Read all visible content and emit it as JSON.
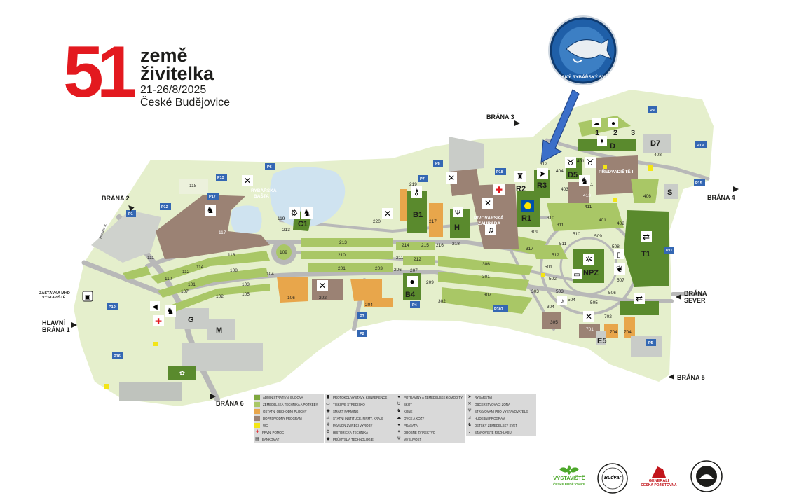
{
  "logo": {
    "number": "51",
    "line1": "země",
    "line2": "živitelka",
    "dates": "21-26/8/2025",
    "city": "České Budějovice"
  },
  "badge": {
    "text": "ČESKÝ RYBÁŘSKÝ SVAZ"
  },
  "gates": {
    "gate2": "BRÁNA 2",
    "gate3": "BRÁNA 3",
    "gate4": "BRÁNA 4",
    "gate5": "BRÁNA 5",
    "gate6": "BRÁNA 6",
    "gate_north_1": "BRÁNA",
    "gate_north_2": "SEVER",
    "main_gate_1": "HLAVNÍ",
    "main_gate_2": "BRÁNA 1",
    "bus_stop_1": "ZASTÁVKA MHD",
    "bus_stop_2": "VÝSTAVIŠTĚ",
    "street": "Husova tř."
  },
  "labels": {
    "rybarska_1": "RYBÁŘSKÁ",
    "rybarska_2": "BAŠTA",
    "pivovarska_1": "PIVOVARSKÁ",
    "pivovarska_2": "ZAHRADA",
    "predvadiste": "PŘEDVADIŠTĚ I"
  },
  "areas": {
    "p1": "P1",
    "p2": "P2",
    "p3": "P3",
    "p4": "P4",
    "p5": "P5",
    "p6": "P6",
    "p7": "P7",
    "p8": "P8",
    "p9": "P9",
    "p10": "P10",
    "p11": "P11",
    "p12": "P12",
    "p13": "P13",
    "p15": "P15",
    "p16": "P16",
    "p17": "P17",
    "p18": "P18",
    "p19": "P19",
    "p307": "P307",
    "a101": "101",
    "a102": "102",
    "a103": "103",
    "a104": "104",
    "a105": "105",
    "a106": "106",
    "a107": "107",
    "a108": "108",
    "a109": "109",
    "a110": "110",
    "a111": "111",
    "a112": "112",
    "a114": "114",
    "a116": "116",
    "a117": "117",
    "a118": "118",
    "a119": "119",
    "a201": "201",
    "a202": "202",
    "a203": "203",
    "a204": "204",
    "a206": "206",
    "a207": "207",
    "a209": "209",
    "a210": "210",
    "a211": "211",
    "a212": "212",
    "a213": "213",
    "a213b": "213",
    "a214": "214",
    "a215": "215",
    "a216": "216",
    "a217": "217",
    "a218": "218",
    "a219": "219",
    "a220": "220",
    "a301": "301",
    "a302": "302",
    "a303": "303",
    "a304": "304",
    "a305": "305",
    "a306": "306",
    "a307": "307",
    "a309": "309",
    "a310": "310",
    "a311": "311",
    "a312": "312",
    "a317": "317",
    "a401": "401",
    "a401b": "401",
    "a402": "402",
    "a403": "403",
    "a404": "404",
    "a406": "406",
    "a408": "408",
    "a411": "411",
    "a411b": "411",
    "a413": "413",
    "a501": "501",
    "a502": "502",
    "a503": "503",
    "a504": "504",
    "a505": "505",
    "a506": "506",
    "a507": "507",
    "a508": "508",
    "a509": "509",
    "a510": "510",
    "a511": "511",
    "a512": "512",
    "a701": "701",
    "a702": "702",
    "a704": "704",
    "a704b": "704",
    "b1": "B1",
    "b4": "B4",
    "c1": "C1",
    "h": "H",
    "r1": "R1",
    "r2": "R2",
    "r3": "R3",
    "d": "D",
    "d5": "D5",
    "d7": "D7",
    "t1": "T1",
    "npz": "NPZ",
    "g": "G",
    "m": "M",
    "e5": "E5",
    "s": "S",
    "n1": "1",
    "n2": "2",
    "n3": "3"
  },
  "legend": {
    "col1": [
      "ADMINISTRATIVNÍ BUDOVA",
      "ZEMĚDĚLSKÁ TECHNIKA A POTŘEBY",
      "OSTATNÍ OBCHODNÍ PLOCHY",
      "DOPROVODNÝ PROGRAM",
      "WC",
      "PRVNÍ POMOC",
      "BANKOMAT"
    ],
    "col2": [
      "PROTOKOL VÝSTAVY, KONFERENCE",
      "TISKOVÉ STŘEDISKO",
      "SMART FARMING",
      "STÁTNÍ INSTITUCE, FIRMY, KRAJE",
      "PAVILON ZVÍŘECÍ VÝROBY",
      "HISTORICKÁ TECHNIKA",
      "PRŮMYSL A TECHNOLOGIE"
    ],
    "col3": [
      "POTRAVINY A ZEMĚDĚLSKÉ KOMODITY",
      "SKOT",
      "KONĚ",
      "OVCE A KOZY",
      "PRASATA",
      "DROBNÉ ZVÍŘECTVO",
      "MYSLIVOST"
    ],
    "col4": [
      "RYBÁŘSTVÍ",
      "OBČERSTVOVACÍ ZÓNA",
      "STRAVOVÁNÍ PRO VYSTAVOVATELE",
      "HUDEBNÍ PROGRAM",
      "DĚTSKÝ ZEMĚDĚLSKÝ SVĚT",
      "STANOVIŠTĚ ROZHLASU",
      ""
    ]
  },
  "partners": {
    "vystaviste": "VÝSTAVIŠTĚ",
    "vystaviste_sub": "ČESKÉ BUDĚJOVICE",
    "budvar": "Budvar",
    "generali_1": "GENERALI",
    "generali_2": "ČESKÁ POJIŠŤOVNA"
  },
  "colors": {
    "ground": "#e5efcc",
    "road": "#b8b8b8",
    "green": "#7fa83f",
    "light_green": "#a9c766",
    "dark_green": "#5a8a2d",
    "brown": "#9b8274",
    "orange": "#e8a64b",
    "water": "#cfe3f0",
    "red": "#e3191f",
    "blue_arrow": "#3b6fc9"
  }
}
